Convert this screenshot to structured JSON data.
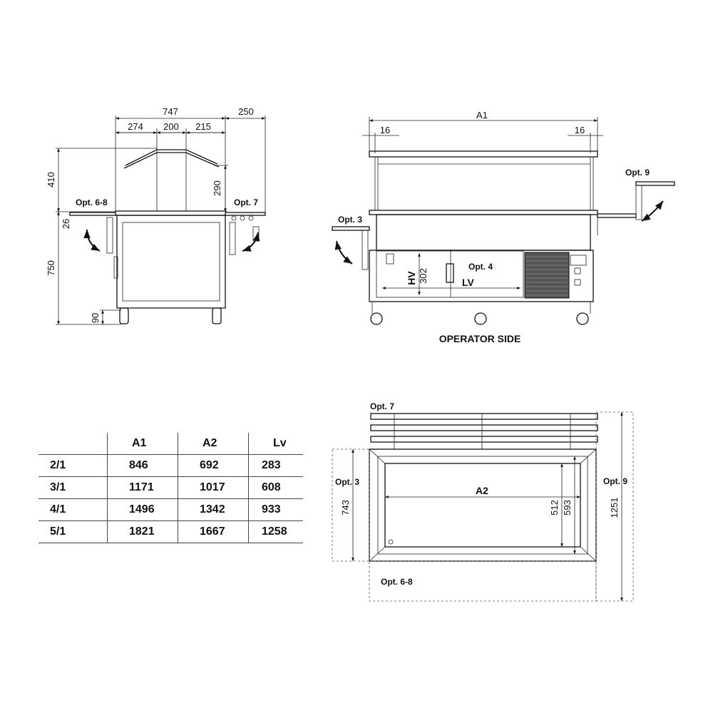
{
  "side_view": {
    "dims": {
      "width_total": "747",
      "width_left": "274",
      "width_mid": "200",
      "width_right": "215",
      "shelf_depth": "250",
      "height_top": "410",
      "height_gantry": "290",
      "shelf_drop": "26",
      "height_body": "750",
      "wheel_height": "90"
    },
    "labels": {
      "opt_left": "Opt. 6-8",
      "opt_right": "Opt. 7"
    }
  },
  "front_view": {
    "dims": {
      "length": "A1",
      "edge_left": "16",
      "edge_right": "16",
      "hv": "HV",
      "hv_value": "302",
      "lv": "LV"
    },
    "labels": {
      "opt_top_right": "Opt. 9",
      "opt_left": "Opt. 3",
      "opt_center": "Opt. 4",
      "caption": "OPERATOR SIDE"
    }
  },
  "plan_view": {
    "dims": {
      "inner_length": "A2",
      "inner_depth": "512",
      "outer_depth": "593",
      "side_depth": "743",
      "total_depth": "1251"
    },
    "labels": {
      "opt_top": "Opt. 7",
      "opt_left": "Opt. 3",
      "opt_right": "Opt. 9",
      "opt_bottom": "Opt. 6-8"
    }
  },
  "table": {
    "headers": [
      "",
      "A1",
      "A2",
      "Lv"
    ],
    "rows": [
      {
        "size": "2/1",
        "a1": "846",
        "a2": "692",
        "lv": "283"
      },
      {
        "size": "3/1",
        "a1": "1171",
        "a2": "1017",
        "lv": "608"
      },
      {
        "size": "4/1",
        "a1": "1496",
        "a2": "1342",
        "lv": "933"
      },
      {
        "size": "5/1",
        "a1": "1821",
        "a2": "1667",
        "lv": "1258"
      }
    ]
  }
}
